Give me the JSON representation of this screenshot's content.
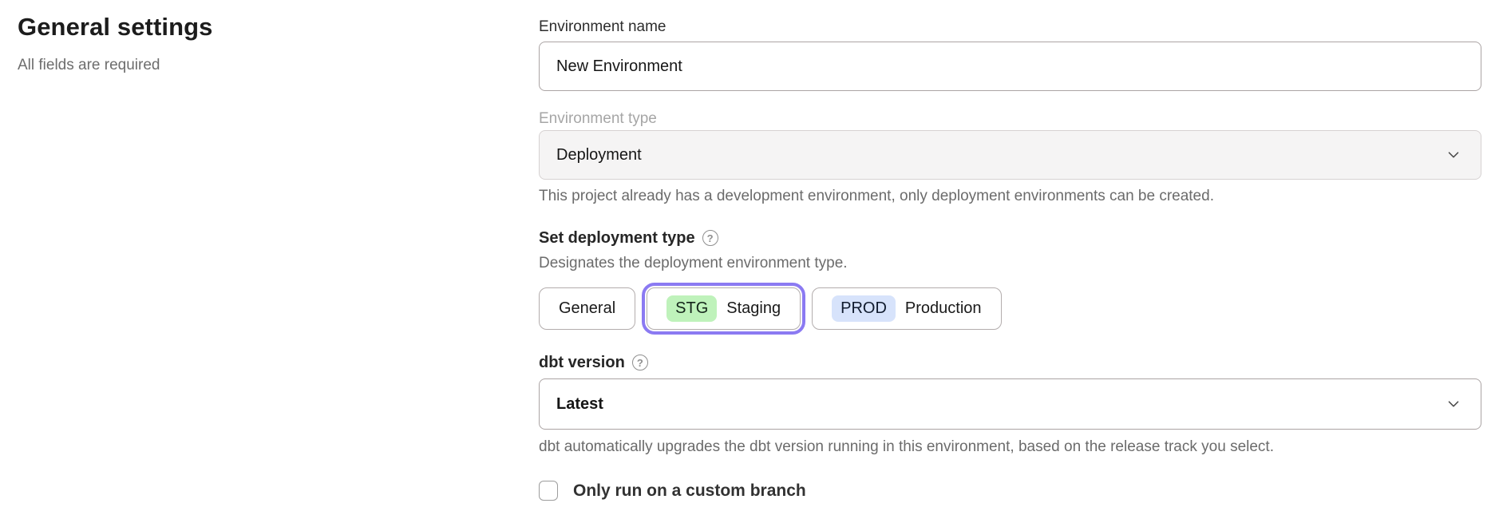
{
  "heading": {
    "title": "General settings",
    "subtitle": "All fields are required"
  },
  "form": {
    "environment_name": {
      "label": "Environment name",
      "value": "New Environment"
    },
    "environment_type": {
      "label": "Environment type",
      "value": "Deployment",
      "disabled": true,
      "chevron_icon": "chevron-down",
      "help_text": "This project already has a development environment, only deployment environments can be created."
    },
    "deployment_type": {
      "label": "Set deployment type",
      "help_icon": "question-mark-circle",
      "description": "Designates the deployment environment type.",
      "options": [
        {
          "label": "General",
          "badge": "",
          "selected": false
        },
        {
          "label": "Staging",
          "badge": "STG",
          "selected": true
        },
        {
          "label": "Production",
          "badge": "PROD",
          "selected": false
        }
      ]
    },
    "dbt_version": {
      "label": "dbt version",
      "help_icon": "question-mark-circle",
      "value": "Latest",
      "chevron_icon": "chevron-down",
      "help_text": "dbt automatically upgrades the dbt version running in this environment, based on the release track you select."
    },
    "custom_branch": {
      "label": "Only run on a custom branch",
      "checked": false
    }
  },
  "colors": {
    "selected_outline": "#8b7af2",
    "stg_badge_bg": "#bff2bb",
    "prod_badge_bg": "#d7e3fb",
    "disabled_field_bg": "#f5f4f4",
    "helper_text": "#6b6b6b"
  },
  "icons": {
    "help": "?",
    "chevron": "chevron-down"
  }
}
